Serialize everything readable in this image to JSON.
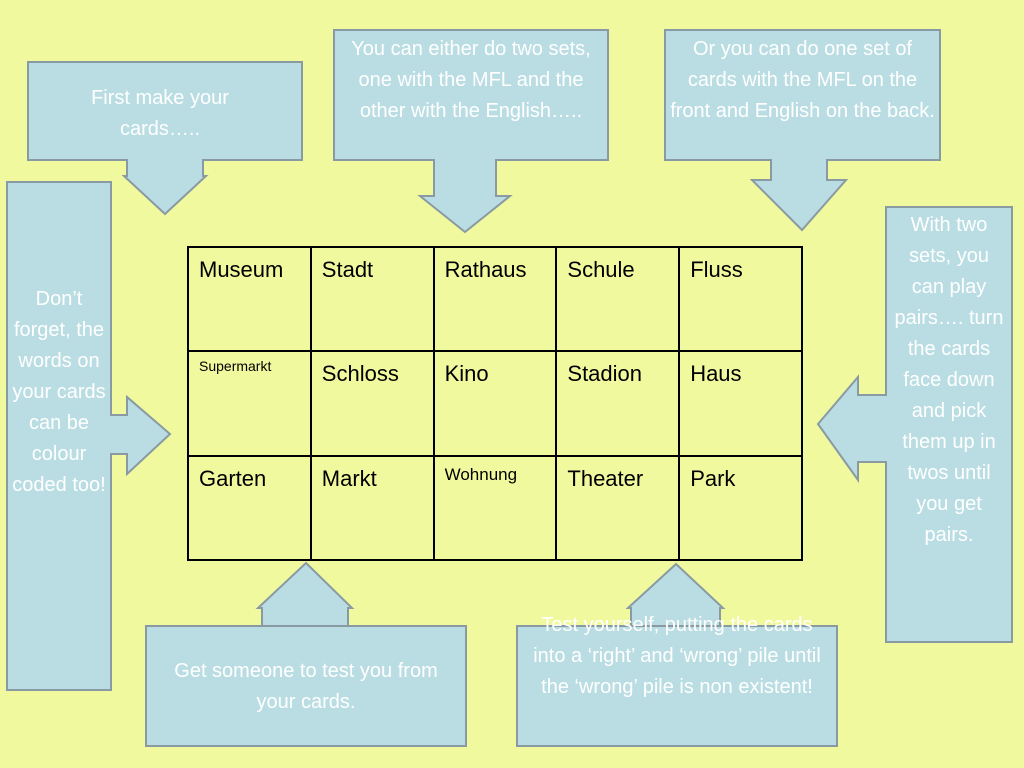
{
  "callouts": {
    "first_make": "First make your cards…..",
    "two_sets": "You can either do two sets, one with the MFL and the other with the English…..",
    "one_set": "Or you can do  one set of cards with the MFL on the front and English on the back.",
    "colour_coded": "Don’t forget, the words on your cards can be colour coded too!",
    "play_pairs": "With two sets, you can play pairs…. turn the cards face down and pick them up in twos until you get pairs.",
    "test_you": "Get someone to test you from your cards.",
    "test_yourself": "Test yourself, putting the cards into a ‘right’ and ‘wrong’ pile until the ‘wrong’ pile is non existent!"
  },
  "table": {
    "rows": [
      [
        "Museum",
        "Stadt",
        "Rathaus",
        "Schule",
        "Fluss"
      ],
      [
        "Supermarkt",
        "Schloss",
        "Kino",
        "Stadion",
        "Haus"
      ],
      [
        "Garten",
        "Markt",
        "Wohnung",
        "Theater",
        "Park"
      ]
    ]
  },
  "colors": {
    "background": "#f0f99e",
    "callout_fill": "#b9dde2",
    "callout_stroke": "#8a9aa2",
    "callout_text": "#ffffff"
  }
}
